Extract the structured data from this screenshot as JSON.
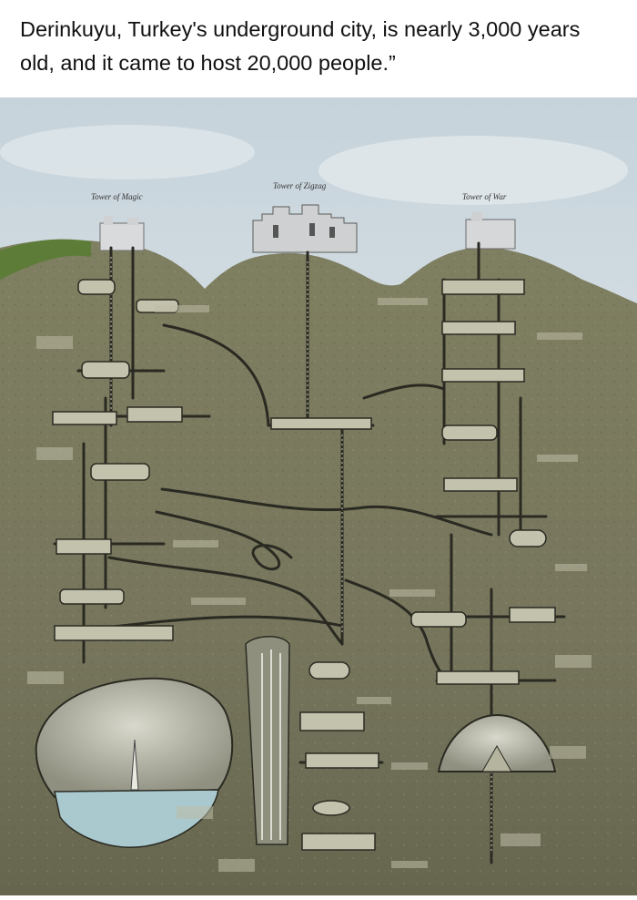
{
  "caption": {
    "text": "Derinkuyu, Turkey's underground city, is nearly 3,000 years old, and it came to host 20,000 people.”"
  },
  "illustration": {
    "tower_labels": {
      "magic": "Tower of Magic",
      "zigzag": "Tower of Zigzag",
      "war": "Tower of War"
    }
  },
  "colors": {
    "sky_top": "#cfd9e0",
    "sky_bottom": "#e9eef0",
    "earth": "#7e7d62",
    "earth_dark": "#5f5f48",
    "grass": "#5f7d3a",
    "tunnel": "#2a2a22",
    "room": "#c9c8b6",
    "water": "#a9c9cf"
  }
}
